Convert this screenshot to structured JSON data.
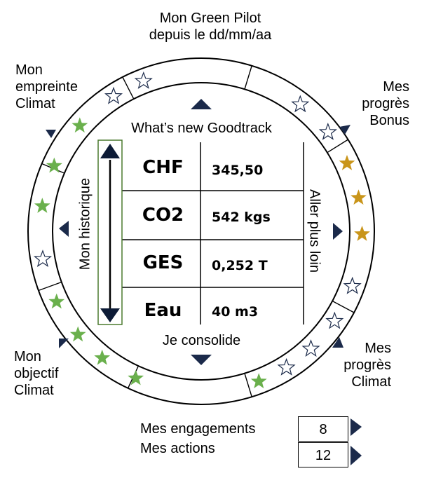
{
  "header": {
    "line1": "Mon Green Pilot",
    "line2": "depuis le dd/mm/aa"
  },
  "labels": {
    "top_left": [
      "Mon",
      "empreinte",
      "Climat"
    ],
    "top_right": [
      "Mes",
      "progrès",
      "Bonus"
    ],
    "bottom_left": [
      "Mon",
      "objectif",
      "Climat"
    ],
    "bottom_right": [
      "Mes",
      "progrès",
      "Climat"
    ]
  },
  "inner": {
    "top_title": "What’s new Goodtrack",
    "bottom_title": "Je consolide",
    "left_title": "Mon historique",
    "right_title": "Aller plus loin"
  },
  "table": {
    "rows": [
      {
        "name": "CHF",
        "value": "345,50"
      },
      {
        "name": "CO2",
        "value": "542 kgs"
      },
      {
        "name": "GES",
        "value": "0,252 T"
      },
      {
        "name": "Eau",
        "value": "40 m3"
      }
    ]
  },
  "footer": {
    "engagements_label": "Mes engagements",
    "engagements_value": "8",
    "actions_label": "Mes actions",
    "actions_value": "12"
  },
  "colors": {
    "green_star": "#6ab04c",
    "gold_star": "#c9951a",
    "arrow": "#1b2a4a"
  }
}
